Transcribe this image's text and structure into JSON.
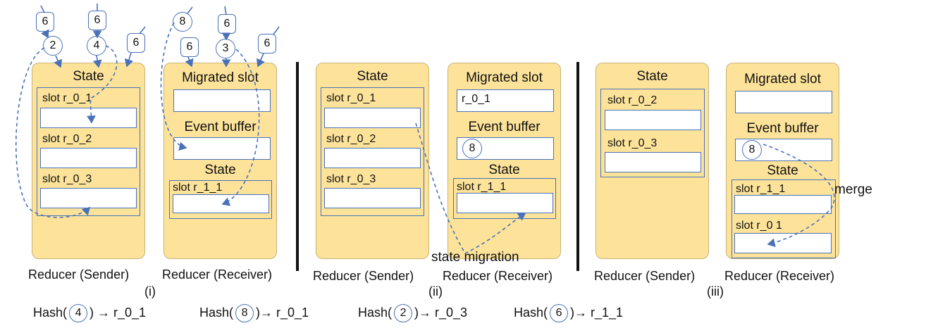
{
  "colors": {
    "reducer_fill": "#fde39a",
    "accent": "#4a72b8",
    "separator": "#111111"
  },
  "labels": {
    "state": "State",
    "migrated_slot": "Migrated slot",
    "event_buffer": "Event buffer",
    "slot_r01": "slot r_0_1",
    "slot_r02": "slot r_0_2",
    "slot_r03": "slot r_0_3",
    "slot_r11": "slot r_1_1",
    "slot_r0_1_spaced": "slot r_0  1",
    "r01": "r_0_1",
    "sender": "Reducer (Sender)",
    "receiver": "Reducer (Receiver)",
    "state_migration": "state migration",
    "merge": "merge"
  },
  "panels": [
    "(i)",
    "(ii)",
    "(iii)"
  ],
  "events": {
    "e6": "6",
    "e4": "4",
    "e2": "2",
    "e8": "8",
    "e3": "3"
  },
  "hashes": [
    {
      "prefix": "Hash(",
      "key": "4",
      "suffix": ") → r_0_1"
    },
    {
      "prefix": "Hash(",
      "key": "8",
      "suffix": ")→ r_0_1"
    },
    {
      "prefix": "Hash(",
      "key": "2",
      "suffix": ")→ r_0_3"
    },
    {
      "prefix": "Hash(",
      "key": "6",
      "suffix": ")→ r_1_1"
    }
  ]
}
